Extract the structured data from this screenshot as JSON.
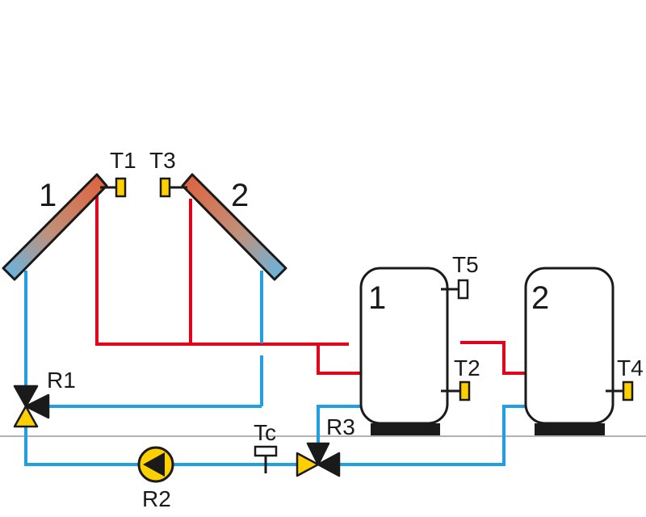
{
  "collectors": [
    {
      "label": "1",
      "sensor": "T1"
    },
    {
      "label": "2",
      "sensor": "T3"
    }
  ],
  "tanks": [
    {
      "label": "1",
      "sensors": [
        "T5",
        "T2"
      ]
    },
    {
      "label": "2",
      "sensors": [
        "T4"
      ]
    }
  ],
  "valves": [
    "R1",
    "R3"
  ],
  "pump": "R2",
  "collector_sensor": "Tc",
  "colors": {
    "hot": "#e3001b",
    "cold": "#1fa0e0",
    "component": "#ffd000",
    "outline": "#1a1a1a",
    "collector_top": "#e0603a",
    "collector_bottom": "#5fb8e8",
    "ground_line": "#999999"
  },
  "icons": [
    "solar-collector",
    "storage-tank",
    "three-way-valve",
    "pump",
    "temperature-sensor"
  ]
}
